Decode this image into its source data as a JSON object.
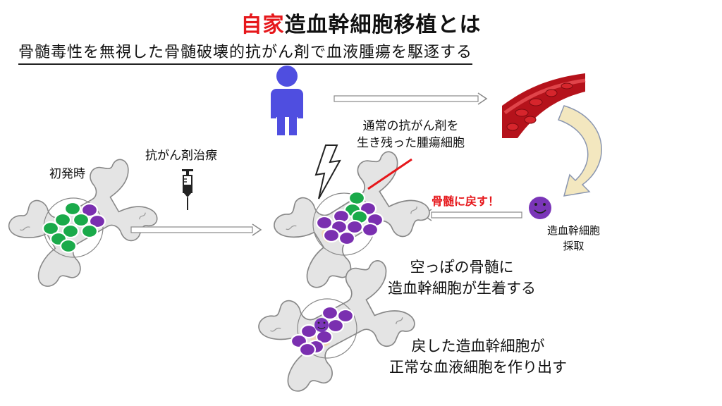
{
  "title": {
    "accent": "自家",
    "rest": "造血幹細胞移植とは"
  },
  "subtitle": "骨髄毒性を無視した骨髄破壊的抗がん剤で血液腫瘍を駆逐する",
  "labels": {
    "onset": "初発時",
    "chemo": "抗がん剤治療",
    "surviving_line1": "通常の抗がん剤を",
    "surviving_line2": "生き残った腫瘍細胞",
    "return_marrow": "骨髄に戻す！",
    "harvest_line1": "造血幹細胞",
    "harvest_line2": "採取",
    "engraft_line1": "空っぽの骨髄に",
    "engraft_line2": "造血幹細胞が生着する",
    "produce_line1": "戻した造血幹細胞が",
    "produce_line2": "正常な血液細胞を作り出す"
  },
  "colors": {
    "accent_red": "#e6171b",
    "normal_cell": "#1aaa4a",
    "tumor_cell": "#7a2fb0",
    "person": "#4f4ee0",
    "stem_cell": "#7a35b8",
    "bone": "#e4e4e4",
    "vessel": "#b5121b",
    "return_arrow": "#f3e7bf"
  },
  "icons": [
    "person-icon",
    "syringe-icon",
    "lightning-icon",
    "blood-vessel-icon",
    "bone-icon",
    "stem-cell-face-icon"
  ]
}
